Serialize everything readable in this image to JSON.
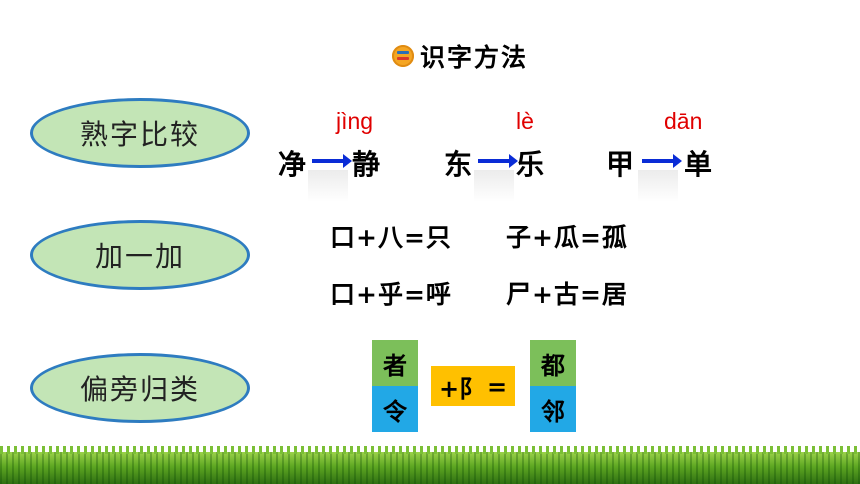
{
  "title": "识字方法",
  "sections": {
    "familiar": {
      "label": "熟字比较",
      "pairs": [
        {
          "from": "净",
          "to": "静",
          "pinyin": "jìng"
        },
        {
          "from": "东",
          "to": "乐",
          "pinyin": "lè"
        },
        {
          "from": "甲",
          "to": "单",
          "pinyin": "dān"
        }
      ]
    },
    "add": {
      "label": "加一加",
      "equations": [
        "口+八=只",
        "子+瓜=孤",
        "口+乎=呼",
        "尸+古=居"
      ]
    },
    "radical": {
      "label": "偏旁归类",
      "left": [
        "者",
        "令"
      ],
      "operator": "+阝",
      "equals": "=",
      "right": [
        "都",
        "邻"
      ]
    }
  }
}
